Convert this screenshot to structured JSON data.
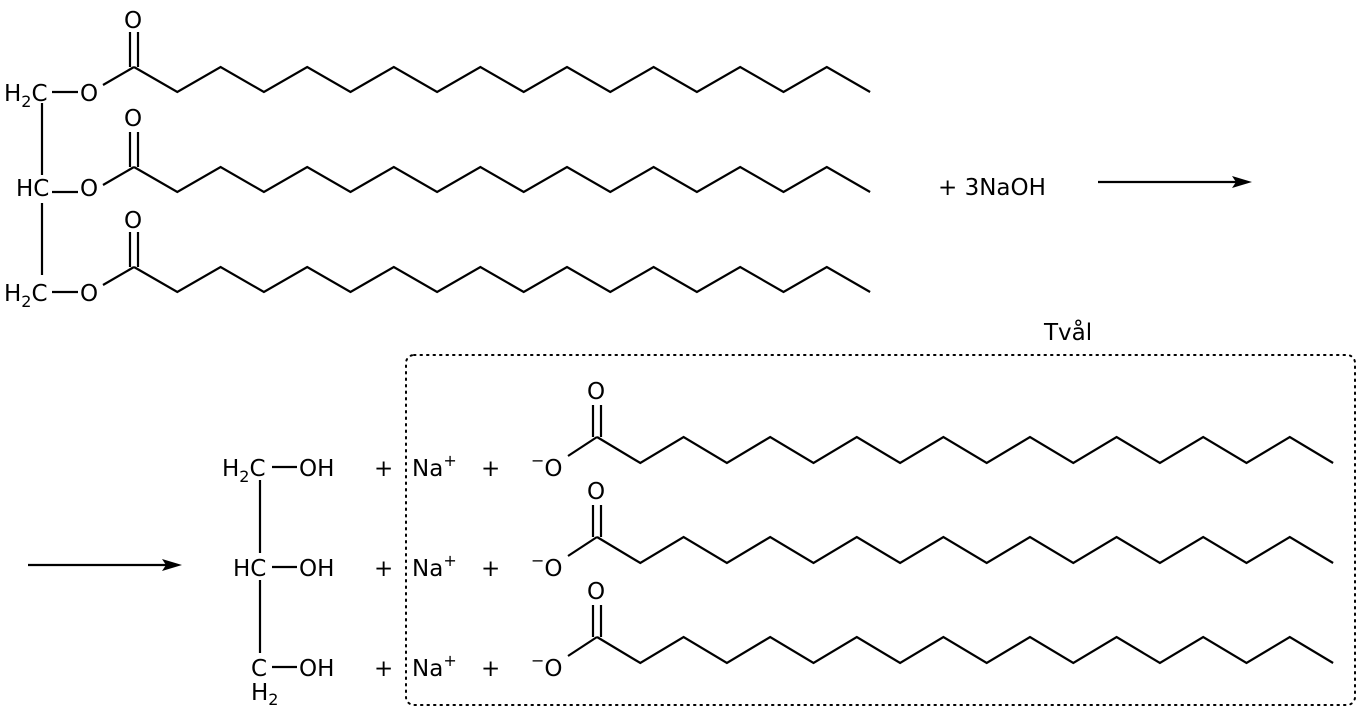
{
  "reactant": {
    "rows": [
      {
        "carbon_label": "H",
        "carbon_sub": "2",
        "carbon_suffix": "C",
        "ester_o": "O",
        "carbonyl_o": "O"
      },
      {
        "carbon_label": "HC",
        "carbon_sub": "",
        "carbon_suffix": "",
        "ester_o": "O",
        "carbonyl_o": "O"
      },
      {
        "carbon_label": "H",
        "carbon_sub": "2",
        "carbon_suffix": "C",
        "ester_o": "O",
        "carbonyl_o": "O"
      }
    ],
    "chain_segments": 17
  },
  "reagent": "+ 3NaOH",
  "glycerol": {
    "rows": [
      {
        "carbon": "H",
        "sub": "2",
        "suffix": "C",
        "oh": "OH"
      },
      {
        "carbon": "HC",
        "oh": "OH"
      },
      {
        "carbon": "C",
        "below": "H",
        "below_sub": "2",
        "oh": "OH"
      }
    ]
  },
  "products": {
    "plus": "+",
    "sodium": "Na",
    "sodium_charge": "+",
    "carboxylate_charge": "−",
    "carboxylate_o": "O",
    "carbonyl_o": "O",
    "soap_label": "Tvål"
  }
}
